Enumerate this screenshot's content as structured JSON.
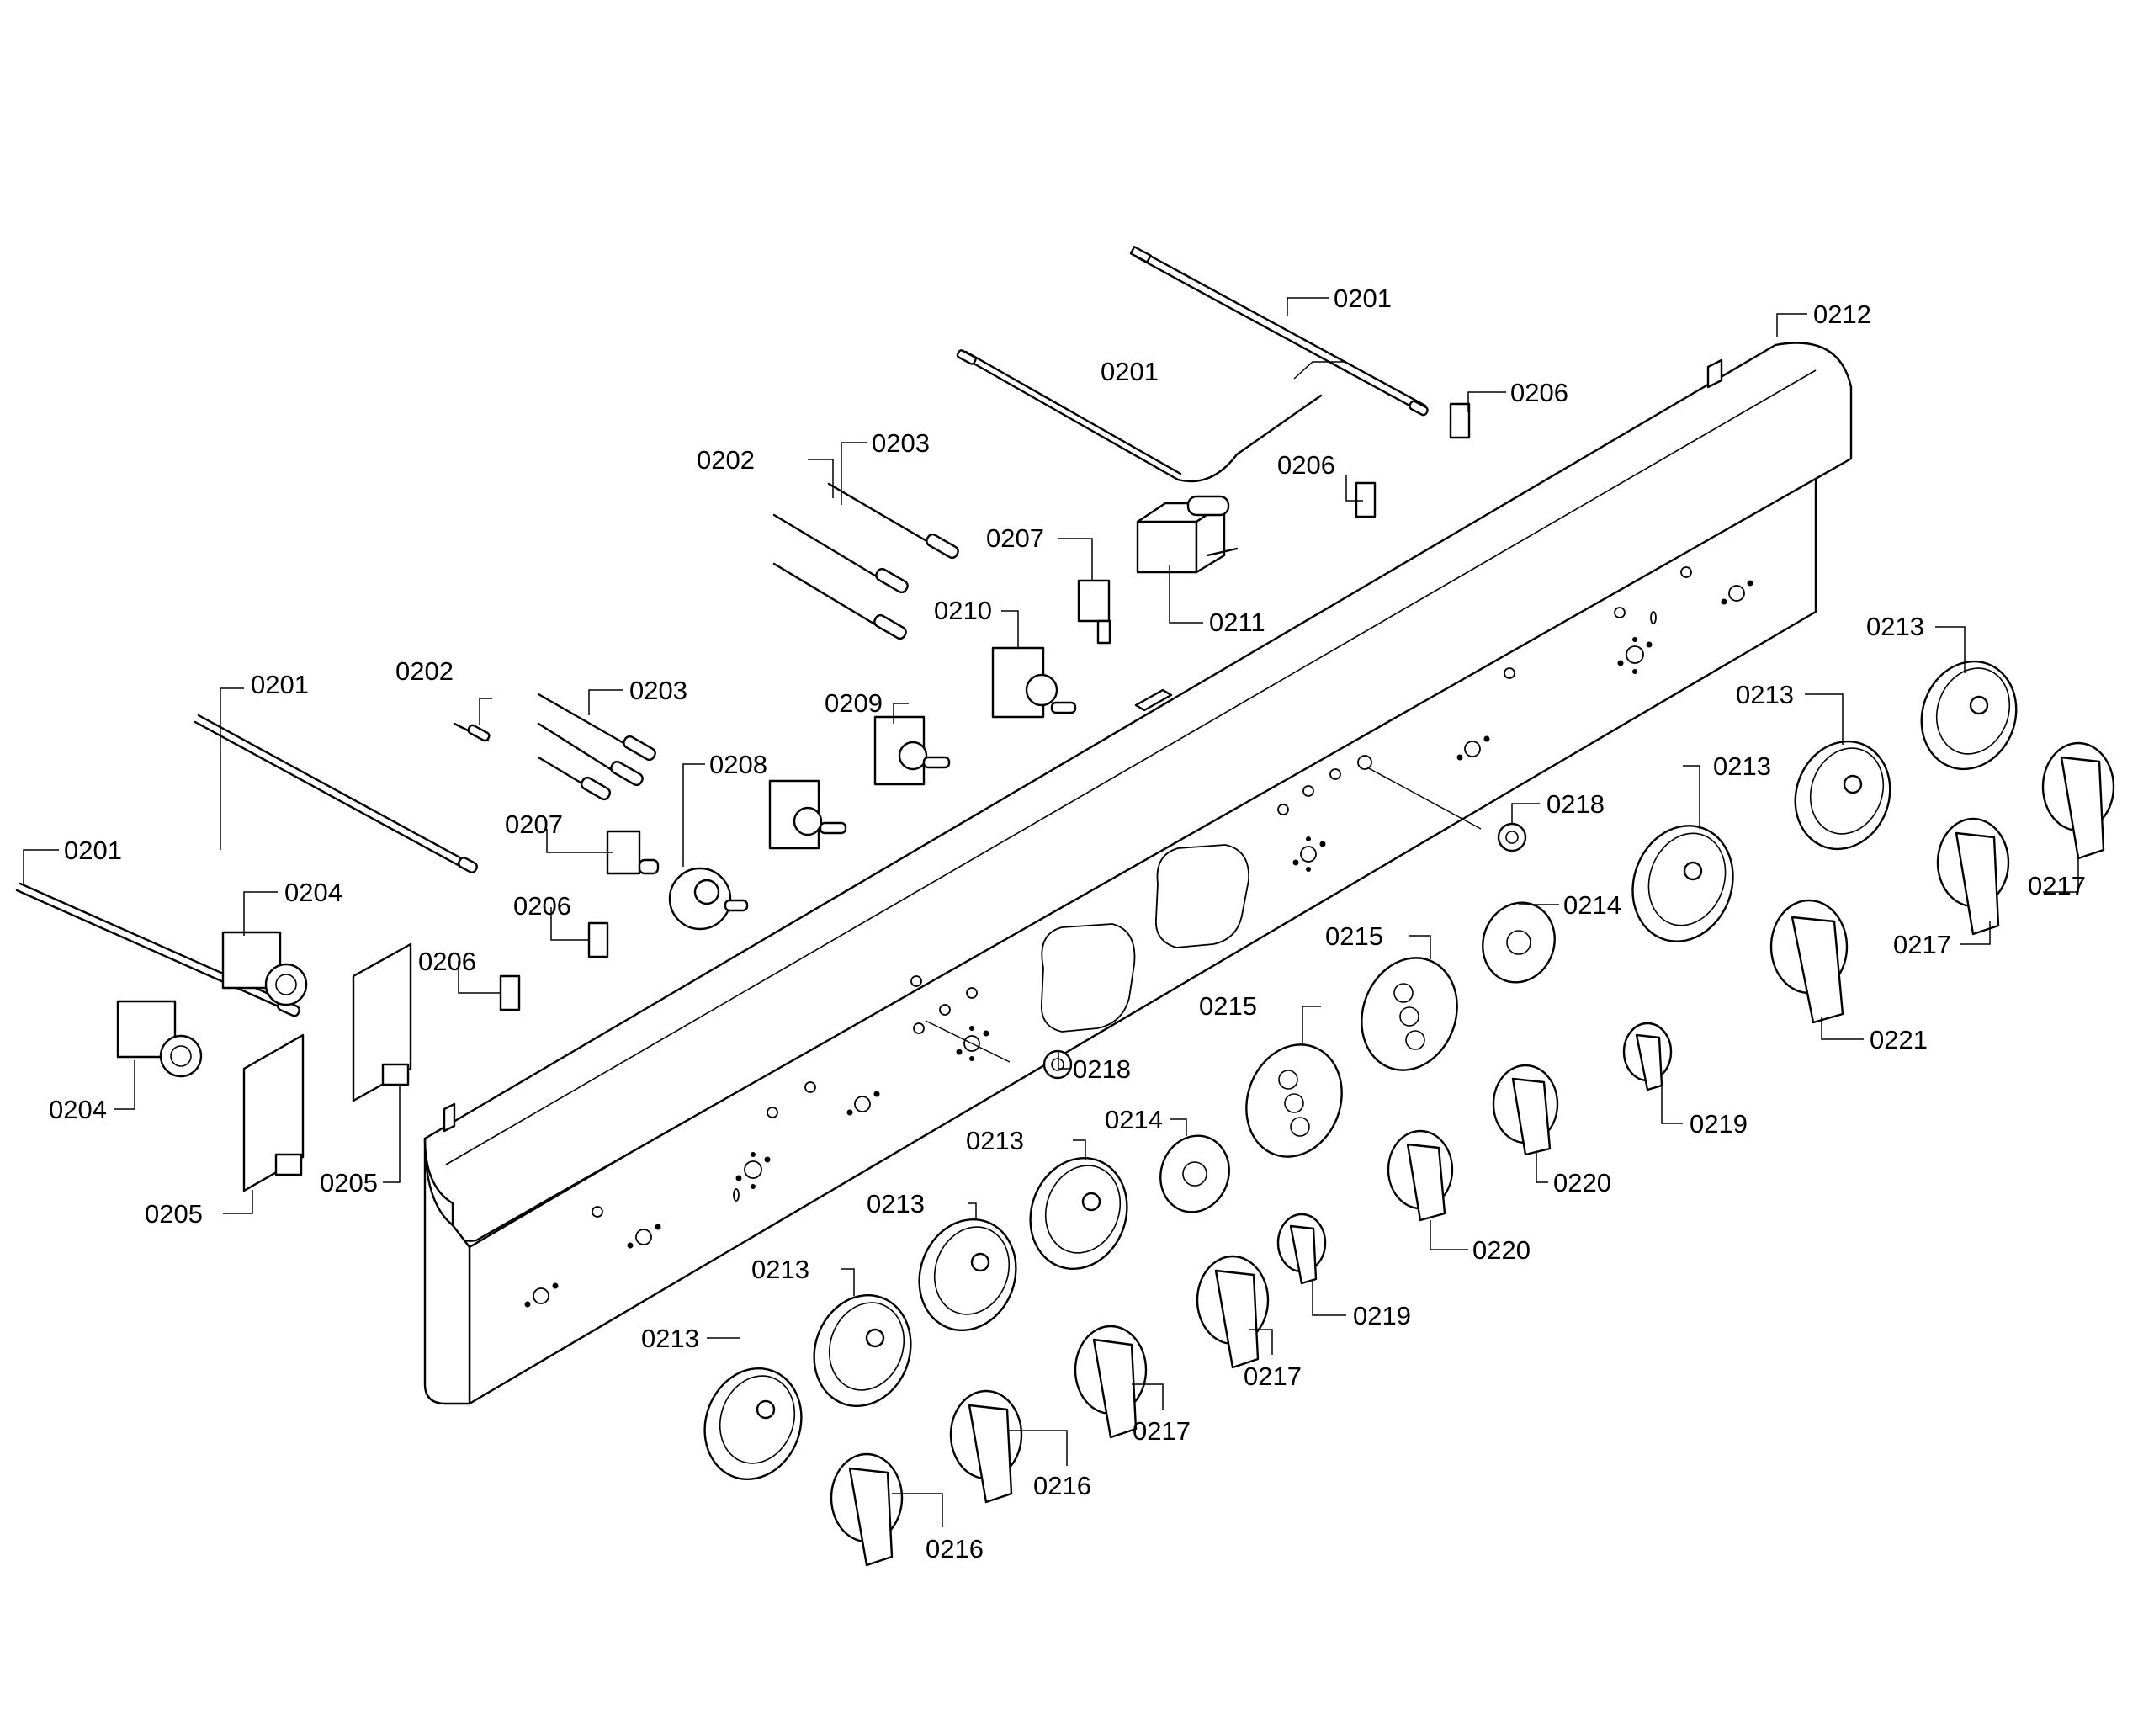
{
  "diagram": {
    "type": "exploded-parts-diagram",
    "callouts": [
      {
        "id": "c1",
        "label": "0201"
      },
      {
        "id": "c2",
        "label": "0201"
      },
      {
        "id": "c3",
        "label": "0201"
      },
      {
        "id": "c4",
        "label": "0201"
      },
      {
        "id": "c5",
        "label": "0212"
      },
      {
        "id": "c6",
        "label": "0206"
      },
      {
        "id": "c7",
        "label": "0206"
      },
      {
        "id": "c8",
        "label": "0202"
      },
      {
        "id": "c9",
        "label": "0203"
      },
      {
        "id": "c10",
        "label": "0207"
      },
      {
        "id": "c11",
        "label": "0210"
      },
      {
        "id": "c12",
        "label": "0211"
      },
      {
        "id": "c13",
        "label": "0202"
      },
      {
        "id": "c14",
        "label": "0203"
      },
      {
        "id": "c15",
        "label": "0209"
      },
      {
        "id": "c16",
        "label": "0208"
      },
      {
        "id": "c17",
        "label": "0207"
      },
      {
        "id": "c18",
        "label": "0204"
      },
      {
        "id": "c19",
        "label": "0206"
      },
      {
        "id": "c20",
        "label": "0206"
      },
      {
        "id": "c21",
        "label": "0204"
      },
      {
        "id": "c22",
        "label": "0205"
      },
      {
        "id": "c23",
        "label": "0205"
      },
      {
        "id": "c24",
        "label": "0213"
      },
      {
        "id": "c25",
        "label": "0213"
      },
      {
        "id": "c26",
        "label": "0213"
      },
      {
        "id": "c27",
        "label": "0218"
      },
      {
        "id": "c28",
        "label": "0214"
      },
      {
        "id": "c29",
        "label": "0217"
      },
      {
        "id": "c30",
        "label": "0217"
      },
      {
        "id": "c31",
        "label": "0215"
      },
      {
        "id": "c32",
        "label": "0221"
      },
      {
        "id": "c33",
        "label": "0215"
      },
      {
        "id": "c34",
        "label": "0218"
      },
      {
        "id": "c35",
        "label": "0219"
      },
      {
        "id": "c36",
        "label": "0214"
      },
      {
        "id": "c37",
        "label": "0213"
      },
      {
        "id": "c38",
        "label": "0220"
      },
      {
        "id": "c39",
        "label": "0213"
      },
      {
        "id": "c40",
        "label": "0220"
      },
      {
        "id": "c41",
        "label": "0213"
      },
      {
        "id": "c42",
        "label": "0219"
      },
      {
        "id": "c43",
        "label": "0213"
      },
      {
        "id": "c44",
        "label": "0217"
      },
      {
        "id": "c45",
        "label": "0217"
      },
      {
        "id": "c46",
        "label": "0216"
      },
      {
        "id": "c47",
        "label": "0216"
      }
    ]
  }
}
